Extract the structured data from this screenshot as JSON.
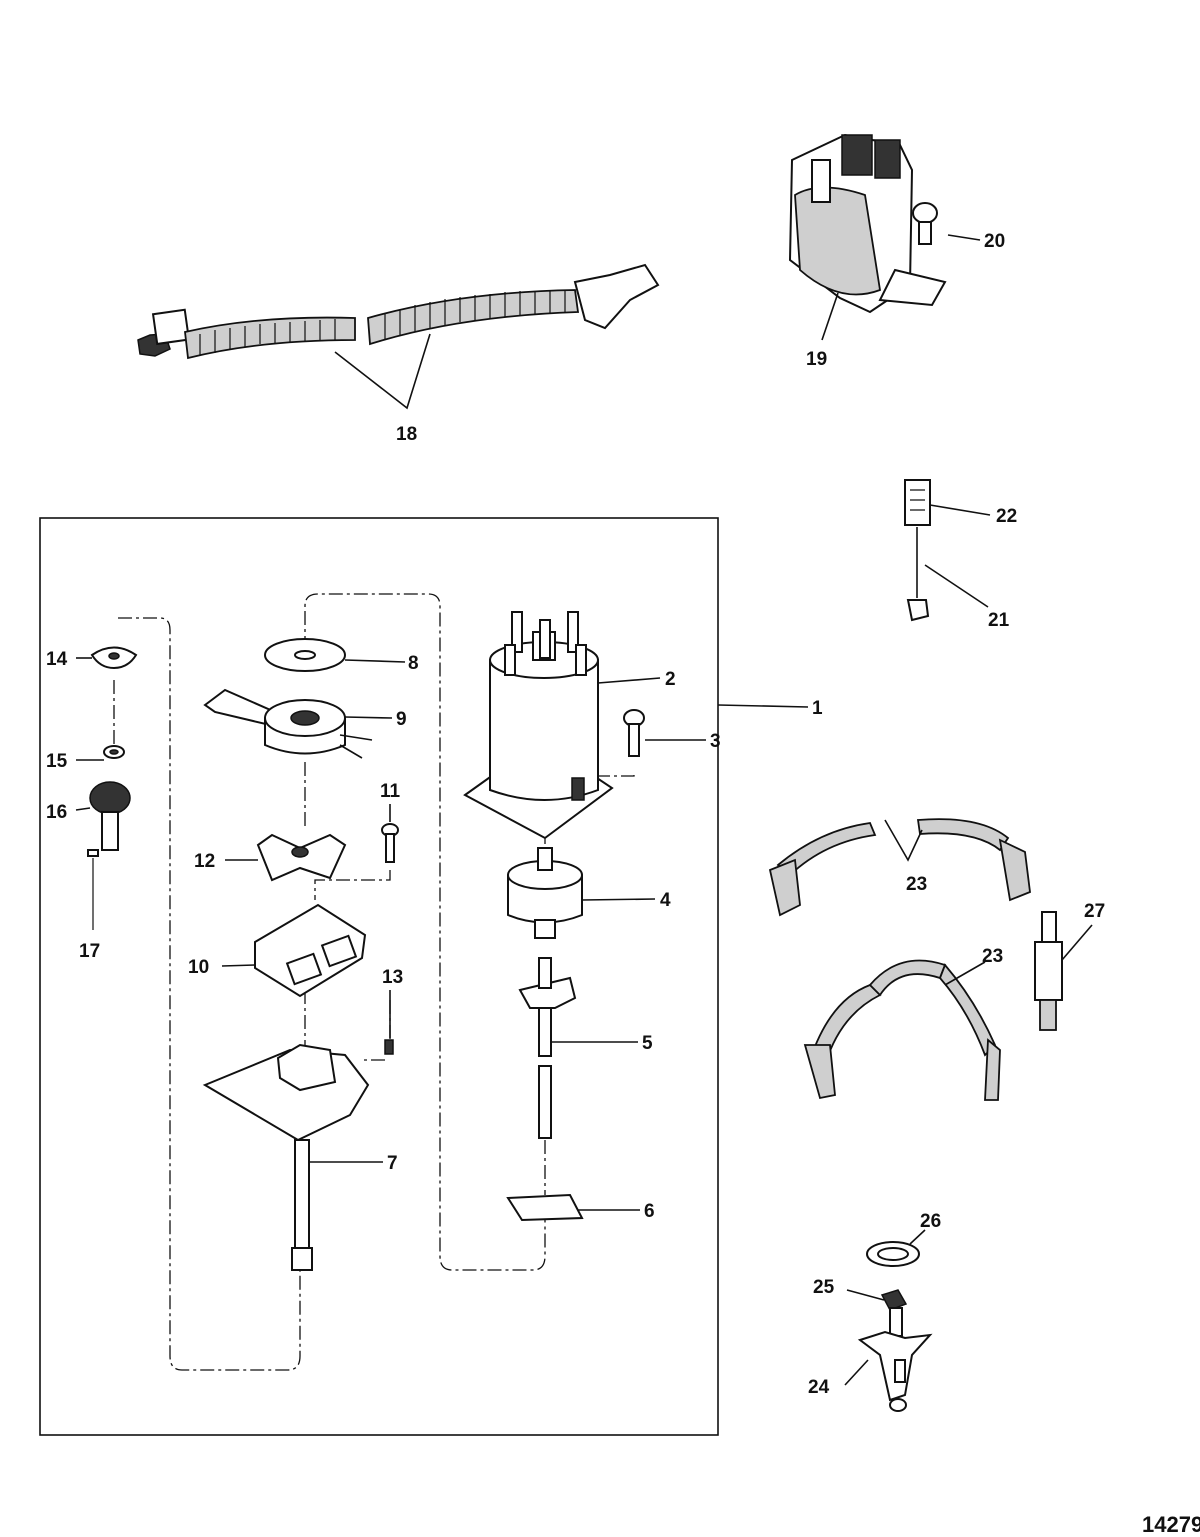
{
  "figure_number": "14279",
  "callouts": [
    {
      "id": "c1",
      "label": "1"
    },
    {
      "id": "c2",
      "label": "2"
    },
    {
      "id": "c3",
      "label": "3"
    },
    {
      "id": "c4",
      "label": "4"
    },
    {
      "id": "c5",
      "label": "5"
    },
    {
      "id": "c6",
      "label": "6"
    },
    {
      "id": "c7",
      "label": "7"
    },
    {
      "id": "c8",
      "label": "8"
    },
    {
      "id": "c9",
      "label": "9"
    },
    {
      "id": "c10",
      "label": "10"
    },
    {
      "id": "c11",
      "label": "11"
    },
    {
      "id": "c12",
      "label": "12"
    },
    {
      "id": "c13",
      "label": "13"
    },
    {
      "id": "c14",
      "label": "14"
    },
    {
      "id": "c15",
      "label": "15"
    },
    {
      "id": "c16",
      "label": "16"
    },
    {
      "id": "c17",
      "label": "17"
    },
    {
      "id": "c18",
      "label": "18"
    },
    {
      "id": "c19",
      "label": "19"
    },
    {
      "id": "c20",
      "label": "20"
    },
    {
      "id": "c21",
      "label": "21"
    },
    {
      "id": "c22",
      "label": "22"
    },
    {
      "id": "c23a",
      "label": "23"
    },
    {
      "id": "c23b",
      "label": "23"
    },
    {
      "id": "c24",
      "label": "24"
    },
    {
      "id": "c25",
      "label": "25"
    },
    {
      "id": "c26",
      "label": "26"
    },
    {
      "id": "c27",
      "label": "27"
    }
  ],
  "parts": [
    {
      "ref": "1",
      "icon": "distributor-assembly-outline"
    },
    {
      "ref": "2",
      "icon": "distributor-cap-icon"
    },
    {
      "ref": "3",
      "icon": "screw-icon"
    },
    {
      "ref": "4",
      "icon": "rotor-icon"
    },
    {
      "ref": "5",
      "icon": "shaft-icon"
    },
    {
      "ref": "6",
      "icon": "gasket-icon"
    },
    {
      "ref": "7",
      "icon": "housing-icon"
    },
    {
      "ref": "8",
      "icon": "washer-icon"
    },
    {
      "ref": "9",
      "icon": "pickup-coil-icon"
    },
    {
      "ref": "10",
      "icon": "ignition-module-icon"
    },
    {
      "ref": "11",
      "icon": "screw-icon"
    },
    {
      "ref": "12",
      "icon": "bracket-icon"
    },
    {
      "ref": "13",
      "icon": "pin-icon"
    },
    {
      "ref": "14",
      "icon": "retainer-icon"
    },
    {
      "ref": "15",
      "icon": "washer-icon"
    },
    {
      "ref": "16",
      "icon": "drive-gear-icon"
    },
    {
      "ref": "17",
      "icon": "roll-pin-icon"
    },
    {
      "ref": "18",
      "icon": "wiring-harness-icon"
    },
    {
      "ref": "19",
      "icon": "ignition-coil-icon"
    },
    {
      "ref": "20",
      "icon": "bolt-icon"
    },
    {
      "ref": "21",
      "icon": "ground-wire-icon"
    },
    {
      "ref": "22",
      "icon": "connector-icon"
    },
    {
      "ref": "23",
      "icon": "spark-plug-lead-icon"
    },
    {
      "ref": "24",
      "icon": "hold-down-clamp-icon"
    },
    {
      "ref": "25",
      "icon": "bolt-icon"
    },
    {
      "ref": "26",
      "icon": "washer-icon"
    },
    {
      "ref": "27",
      "icon": "spark-plug-icon"
    }
  ]
}
